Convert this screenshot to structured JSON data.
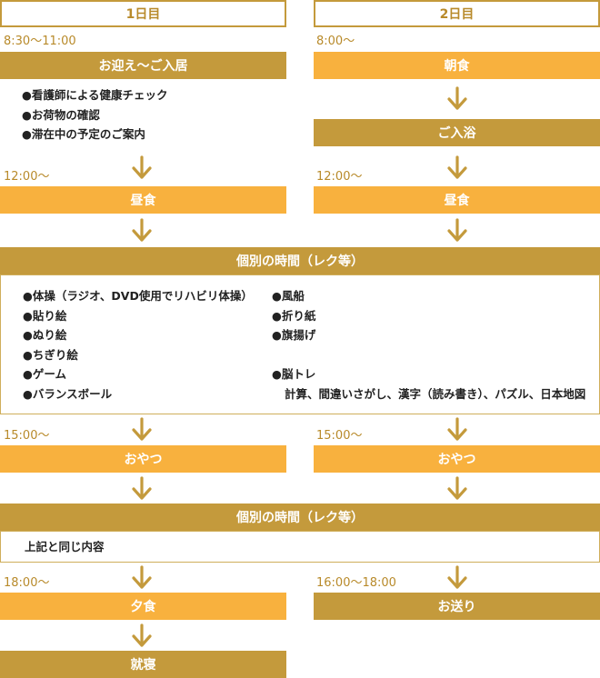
{
  "colors": {
    "dark_gold": "#c49a3c",
    "light_orange": "#f8b13e",
    "time_text": "#b88a2a"
  },
  "day1": {
    "header": "1日目",
    "t_arrival": "8:30〜11:00",
    "arrival": "お迎え〜ご入居",
    "arrival_items": [
      "看護師による健康チェック",
      "お荷物の確認",
      "滞在中の予定のご案内"
    ],
    "t_lunch": "12:00〜",
    "lunch": "昼食",
    "t_snack": "15:00〜",
    "snack": "おやつ",
    "t_dinner": "18:00〜",
    "dinner": "夕食",
    "bedtime": "就寝"
  },
  "day2": {
    "header": "2日目",
    "t_breakfast": "8:00〜",
    "breakfast": "朝食",
    "bath": "ご入浴",
    "t_lunch": "12:00〜",
    "lunch": "昼食",
    "t_snack": "15:00〜",
    "snack": "おやつ",
    "t_sendoff": "16:00〜18:00",
    "sendoff": "お送り"
  },
  "activity1": {
    "title": "個別の時間（レク等）",
    "left_items": [
      "体操（ラジオ、DVD使用でリハビリ体操）",
      "貼り絵",
      "ぬり絵",
      "ちぎり絵",
      "ゲーム",
      "バランスボール"
    ],
    "right_items": [
      "風船",
      "折り紙",
      "旗揚げ"
    ],
    "brain_training": "脳トレ",
    "brain_training_detail": "計算、間違いさがし、漢字（読み書き）、パズル、日本地図"
  },
  "activity2": {
    "title": "個別の時間（レク等）",
    "text": "上記と同じ内容"
  },
  "bullet": "●"
}
